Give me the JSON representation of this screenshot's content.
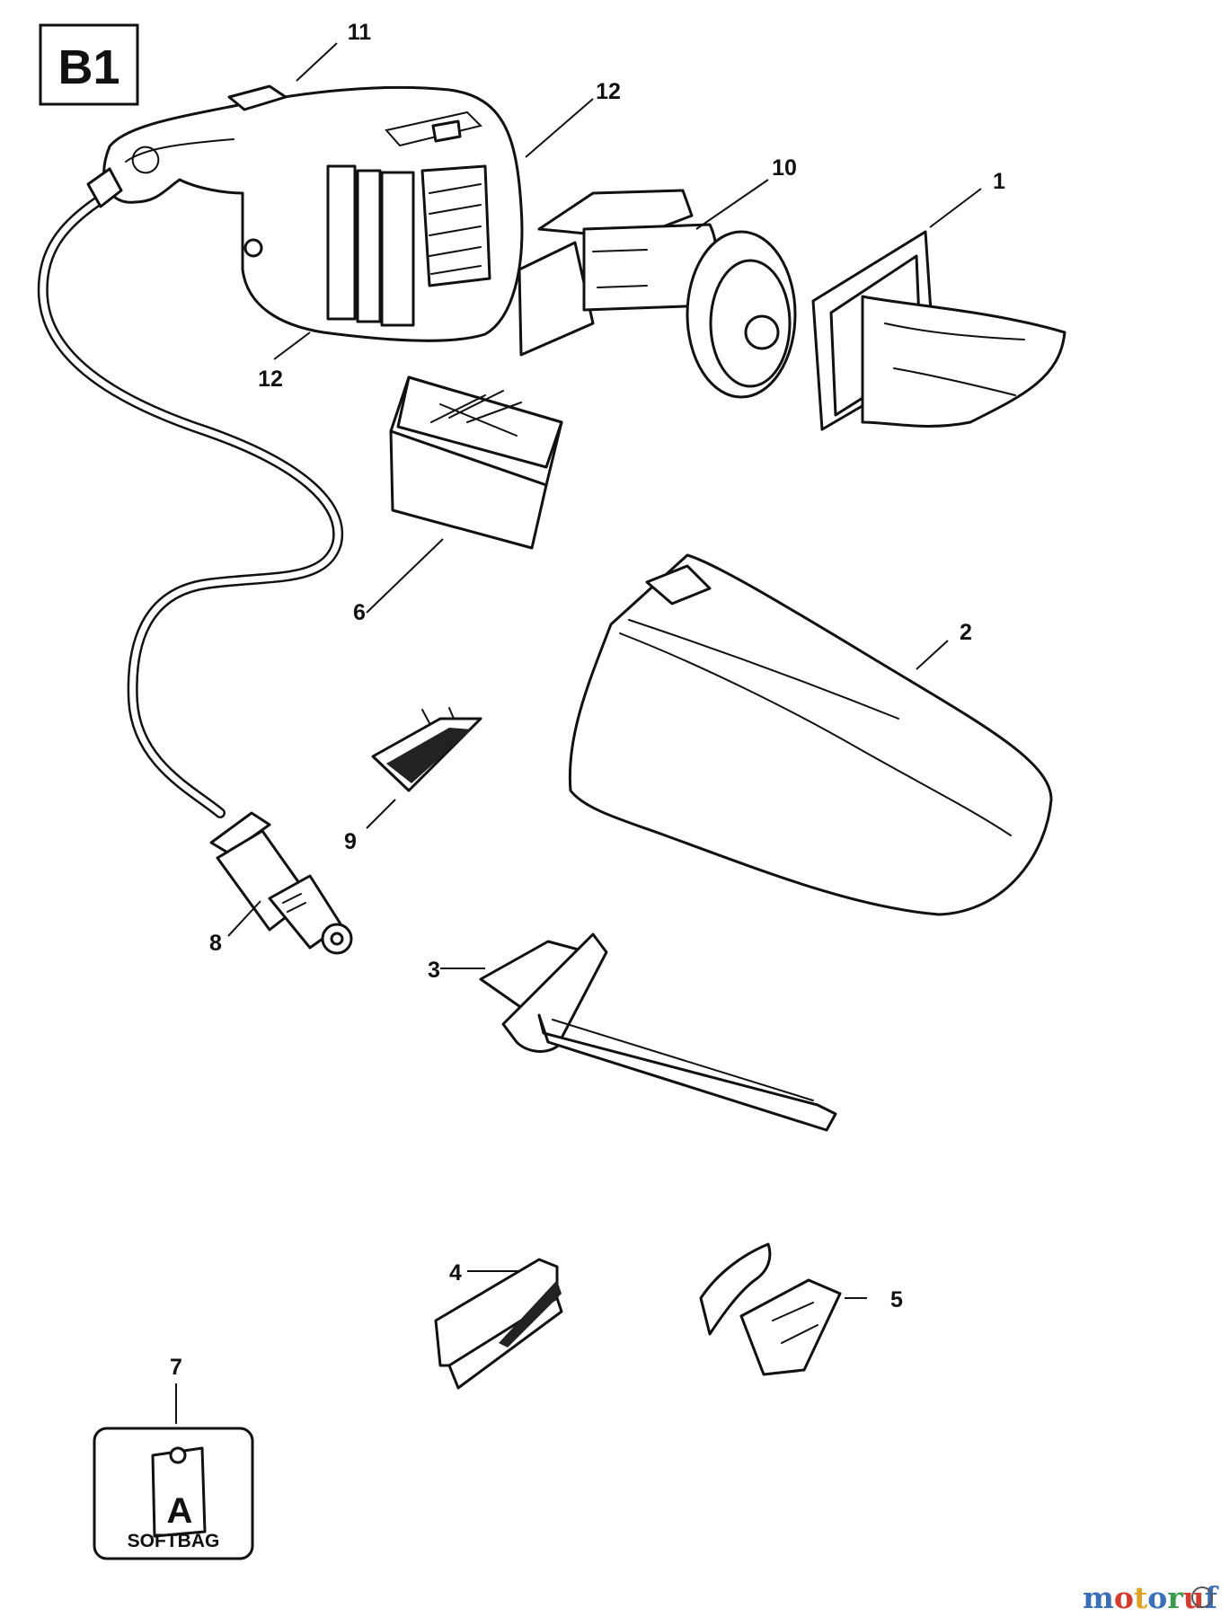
{
  "badge": "B1",
  "callouts": [
    "1",
    "2",
    "3",
    "4",
    "5",
    "6",
    "7",
    "8",
    "9",
    "10",
    "11",
    "12",
    "12"
  ],
  "softbag_label": "SOFTBAG",
  "softbag_icon_letter": "A",
  "watermark": {
    "letters": [
      "m",
      "o",
      "t",
      "o",
      "r",
      "u",
      "f"
    ],
    "colors": [
      "#3b6fb6",
      "#d23c2f",
      "#e1a326",
      "#3b6fb6",
      "#3c9a4b",
      "#d23c2f",
      "#3b6fb6"
    ]
  }
}
